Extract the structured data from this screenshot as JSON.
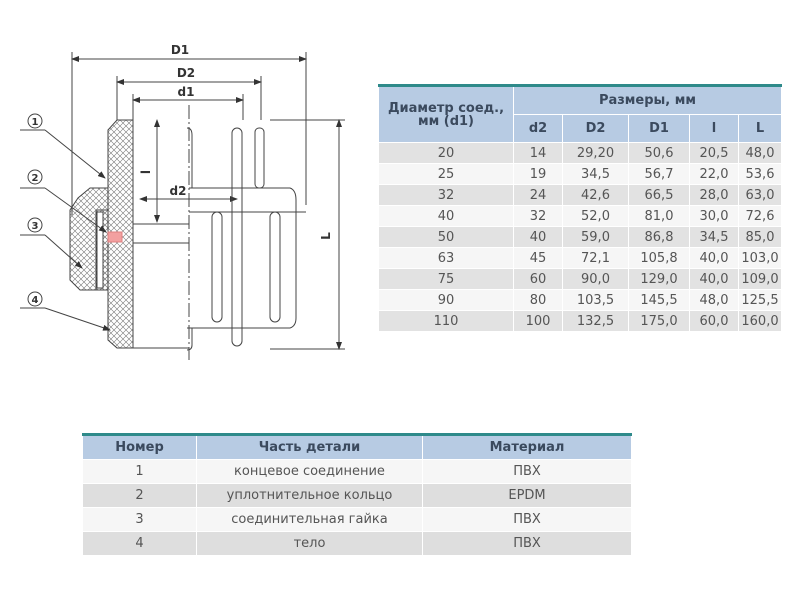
{
  "drawing": {
    "labels": {
      "D1": "D1",
      "D2": "D2",
      "d1": "d1",
      "d2": "d2",
      "l": "l",
      "L": "L"
    },
    "callouts": [
      "1",
      "2",
      "3",
      "4"
    ]
  },
  "dimensions_table": {
    "header_diameter": "Диаметр соед., мм (d1)",
    "header_sizes": "Размеры, мм",
    "columns": [
      "d2",
      "D2",
      "D1",
      "l",
      "L"
    ],
    "rows": [
      [
        "20",
        "14",
        "29,20",
        "50,6",
        "20,5",
        "48,0"
      ],
      [
        "25",
        "19",
        "34,5",
        "56,7",
        "22,0",
        "53,6"
      ],
      [
        "32",
        "24",
        "42,6",
        "66,5",
        "28,0",
        "63,0"
      ],
      [
        "40",
        "32",
        "52,0",
        "81,0",
        "30,0",
        "72,6"
      ],
      [
        "50",
        "40",
        "59,0",
        "86,8",
        "34,5",
        "85,0"
      ],
      [
        "63",
        "45",
        "72,1",
        "105,8",
        "40,0",
        "103,0"
      ],
      [
        "75",
        "60",
        "90,0",
        "129,0",
        "40,0",
        "109,0"
      ],
      [
        "90",
        "80",
        "103,5",
        "145,5",
        "48,0",
        "125,5"
      ],
      [
        "110",
        "100",
        "132,5",
        "175,0",
        "60,0",
        "160,0"
      ]
    ]
  },
  "parts_table": {
    "columns": [
      "Номер",
      "Часть детали",
      "Материал"
    ],
    "rows": [
      [
        "1",
        "концевое соединение",
        "ПВХ"
      ],
      [
        "2",
        "уплотнительное кольцо",
        "EPDM"
      ],
      [
        "3",
        "соединительная гайка",
        "ПВХ"
      ],
      [
        "4",
        "тело",
        "ПВХ"
      ]
    ]
  },
  "colors": {
    "header": "#b7cbe3",
    "accent": "#2e8a8a",
    "seal": "#f2a0a0"
  }
}
